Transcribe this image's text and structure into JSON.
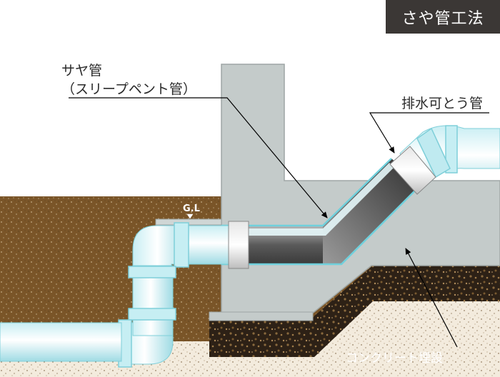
{
  "title": "さや管工法",
  "labels": {
    "sleeve_pipe_line1": "サヤ管",
    "sleeve_pipe_line2": "（スリープペント管）",
    "drain_pipe": "排水可とう管",
    "ground_level": "G.L",
    "concrete": "コンクリート埋設"
  },
  "colors": {
    "soil": "#7a5528",
    "concrete_wall": "#c4cbca",
    "gravel": "#2d2116",
    "pipe": "#d9f4f7",
    "sleeve": "#5d5d5d",
    "title_bg": "#3b3735"
  }
}
